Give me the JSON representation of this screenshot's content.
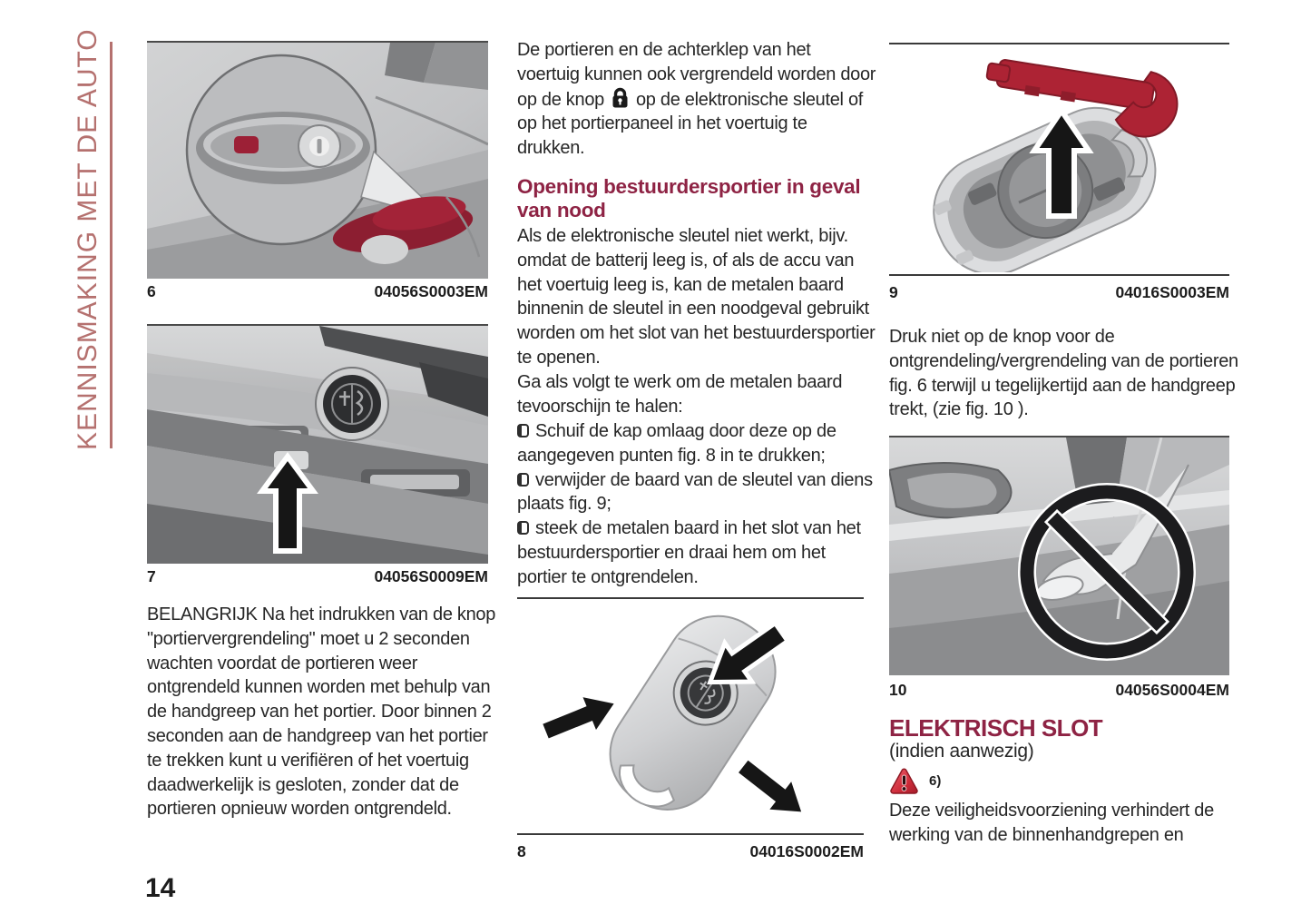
{
  "sidebar": {
    "title": "KENNISMAKING MET DE AUTO"
  },
  "page_number": "14",
  "colors": {
    "accent_heading": "#8e2344",
    "sidebar_text": "#b5716f",
    "body_text": "#262626",
    "figure_red": "#9c2036"
  },
  "icons": {
    "lock": "padlock",
    "warning": "warning-triangle",
    "bullet": "open-square"
  },
  "column1": {
    "figure6": {
      "number": "6",
      "code": "04056S0003EM"
    },
    "figure7": {
      "number": "7",
      "code": "04056S0009EM"
    },
    "important_paragraph": "BELANGRIJK Na het indrukken van de knop \"portiervergrendeling\" moet u 2 seconden wachten voordat de portieren weer ontgrendeld kunnen worden met behulp van de handgreep van het portier. Door binnen 2 seconden aan de handgreep van het portier te trekken kunt u verifiëren of het voertuig daadwerkelijk is gesloten, zonder dat de portieren opnieuw worden ontgrendeld."
  },
  "column2": {
    "intro_before_icon": "De portieren en de achterklep van het voertuig kunnen ook vergrendeld worden door op de knop",
    "intro_after_icon": "op de elektronische sleutel of op het portierpaneel in het voertuig te drukken.",
    "heading": "Opening bestuurdersportier in geval van nood",
    "paragraph2": "Als de elektronische sleutel niet werkt, bijv. omdat de batterij leeg is, of als de accu van het voertuig leeg is, kan de metalen baard binnenin de sleutel in een noodgeval gebruikt worden om het slot van het bestuurdersportier te openen.",
    "paragraph3": "Ga als volgt te werk om de metalen baard tevoorschijn te halen:",
    "bullets": [
      "Schuif de kap omlaag door deze op de aangegeven punten fig. 8 in te drukken;",
      "verwijder de baard van de sleutel van diens plaats fig. 9;",
      "steek de metalen baard in het slot van het bestuurdersportier en draai hem om het portier te ontgrendelen."
    ],
    "figure8": {
      "number": "8",
      "code": "04016S0002EM"
    }
  },
  "column3": {
    "figure9": {
      "number": "9",
      "code": "04016S0003EM"
    },
    "paragraph1": "Druk niet op de knop voor de ontgrendeling/vergrendeling van de portieren fig. 6 terwijl u tegelijkertijd aan de handgreep trekt, (zie fig. 10 ).",
    "figure10": {
      "number": "10",
      "code": "04056S0004EM"
    },
    "heading": "ELEKTRISCH SLOT",
    "subheading": "(indien aanwezig)",
    "warning_ref": "6)",
    "paragraph2": "Deze veiligheidsvoorziening verhindert de werking van de binnenhandgrepen en"
  }
}
